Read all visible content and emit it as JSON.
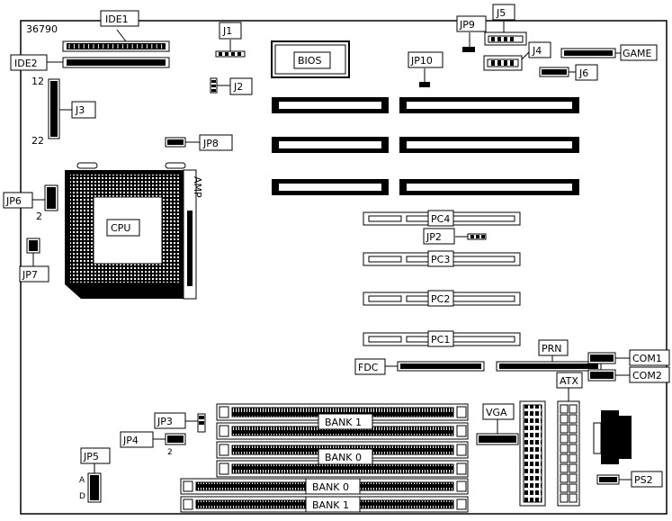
{
  "board": {
    "model": "36790",
    "pin_12": "12",
    "pin_22": "22",
    "pin_2a": "2",
    "pin_2b": "2",
    "pin_a": "A",
    "pin_d": "D"
  },
  "labels": {
    "ide1": "IDE1",
    "ide2": "IDE2",
    "j1": "J1",
    "j2": "J2",
    "j3": "J3",
    "j4": "J4",
    "j5": "J5",
    "j6": "J6",
    "jp9": "JP9",
    "jp10": "JP10",
    "jp8": "JP8",
    "jp6": "JP6",
    "jp7": "JP7",
    "jp2": "JP2",
    "jp3": "JP3",
    "jp4": "JP4",
    "jp5": "JP5",
    "bios": "BIOS",
    "game": "GAME",
    "cpu": "CPU",
    "amp": "AMP",
    "pc1": "PC1",
    "pc2": "PC2",
    "pc3": "PC3",
    "pc4": "PC4",
    "prn": "PRN",
    "fdc": "FDC",
    "com1": "COM1",
    "com2": "COM2",
    "atx": "ATX",
    "vga": "VGA",
    "ps2": "PS2",
    "bank1_a": "BANK 1",
    "bank0_a": "BANK 0",
    "bank0_b": "BANK 0",
    "bank1_b": "BANK 1"
  }
}
